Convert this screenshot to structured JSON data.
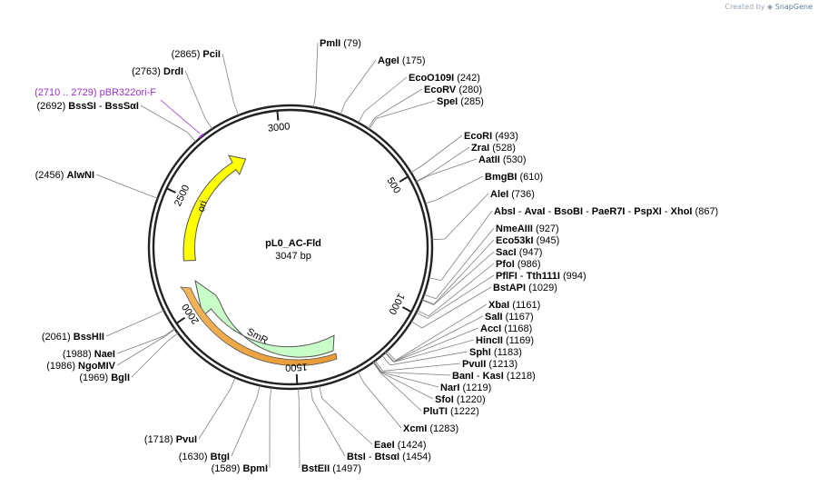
{
  "credit": {
    "prefix": "Created by",
    "brand": "SnapGene"
  },
  "plasmid": {
    "name": "pL0_AC-Fld",
    "size": "3047 bp"
  },
  "ticks": [
    "500",
    "1000",
    "1500",
    "2000",
    "2500",
    "3000"
  ],
  "features": [
    {
      "name": "ori",
      "color": "#ffff00"
    },
    {
      "name": "SmR",
      "color": "#c8ffc8"
    }
  ],
  "primer": {
    "range": "(2710 .. 2729)",
    "name": "pBR322ori-F",
    "color": "#9b30c8"
  },
  "sites": [
    {
      "names": [
        "PmlI"
      ],
      "pos": "(79)"
    },
    {
      "names": [
        "AgeI"
      ],
      "pos": "(175)"
    },
    {
      "names": [
        "EcoO109I"
      ],
      "pos": "(242)"
    },
    {
      "names": [
        "EcoRV"
      ],
      "pos": "(280)"
    },
    {
      "names": [
        "SpeI"
      ],
      "pos": "(285)"
    },
    {
      "names": [
        "EcoRI"
      ],
      "pos": "(493)"
    },
    {
      "names": [
        "ZraI"
      ],
      "pos": "(528)"
    },
    {
      "names": [
        "AatII"
      ],
      "pos": "(530)"
    },
    {
      "names": [
        "BmgBI"
      ],
      "pos": "(610)"
    },
    {
      "names": [
        "AleI"
      ],
      "pos": "(736)"
    },
    {
      "names": [
        "AbsI",
        "AvaI",
        "BsoBI",
        "PaeR7I",
        "PspXI",
        "XhoI"
      ],
      "pos": "(867)"
    },
    {
      "names": [
        "NmeAIII"
      ],
      "pos": "(927)"
    },
    {
      "names": [
        "Eco53kI"
      ],
      "pos": "(945)"
    },
    {
      "names": [
        "SacI"
      ],
      "pos": "(947)"
    },
    {
      "names": [
        "PfoI"
      ],
      "pos": "(986)"
    },
    {
      "names": [
        "PflFI",
        "Tth111I"
      ],
      "pos": "(994)"
    },
    {
      "names": [
        "BstAPI"
      ],
      "pos": "(1029)"
    },
    {
      "names": [
        "XbaI"
      ],
      "pos": "(1161)"
    },
    {
      "names": [
        "SalI"
      ],
      "pos": "(1167)"
    },
    {
      "names": [
        "AccI"
      ],
      "pos": "(1168)"
    },
    {
      "names": [
        "HincII"
      ],
      "pos": "(1169)"
    },
    {
      "names": [
        "SphI"
      ],
      "pos": "(1183)"
    },
    {
      "names": [
        "PvuII"
      ],
      "pos": "(1213)"
    },
    {
      "names": [
        "BanI",
        "KasI"
      ],
      "pos": "(1218)"
    },
    {
      "names": [
        "NarI"
      ],
      "pos": "(1219)"
    },
    {
      "names": [
        "SfoI"
      ],
      "pos": "(1220)"
    },
    {
      "names": [
        "PluTI"
      ],
      "pos": "(1222)"
    },
    {
      "names": [
        "XcmI"
      ],
      "pos": "(1283)"
    },
    {
      "names": [
        "EaeI"
      ],
      "pos": "(1424)"
    },
    {
      "names": [
        "BtsI",
        "BtsαI"
      ],
      "pos": "(1454)"
    },
    {
      "names": [
        "BstEII"
      ],
      "pos": "(1497)"
    },
    {
      "names": [
        "BpmI"
      ],
      "pos": "(1589)"
    },
    {
      "names": [
        "BtgI"
      ],
      "pos": "(1630)"
    },
    {
      "names": [
        "PvuI"
      ],
      "pos": "(1718)"
    },
    {
      "names": [
        "BglI"
      ],
      "pos": "(1969)"
    },
    {
      "names": [
        "NgoMIV"
      ],
      "pos": "(1986)"
    },
    {
      "names": [
        "NaeI"
      ],
      "pos": "(1988)"
    },
    {
      "names": [
        "BssHII"
      ],
      "pos": "(2061)"
    },
    {
      "names": [
        "AlwNI"
      ],
      "pos": "(2456)"
    },
    {
      "names": [
        "BssSI",
        "BssSαI"
      ],
      "pos": "(2692)"
    },
    {
      "names": [
        "DrdI"
      ],
      "pos": "(2763)"
    },
    {
      "names": [
        "PciI"
      ],
      "pos": "(2865)"
    }
  ]
}
